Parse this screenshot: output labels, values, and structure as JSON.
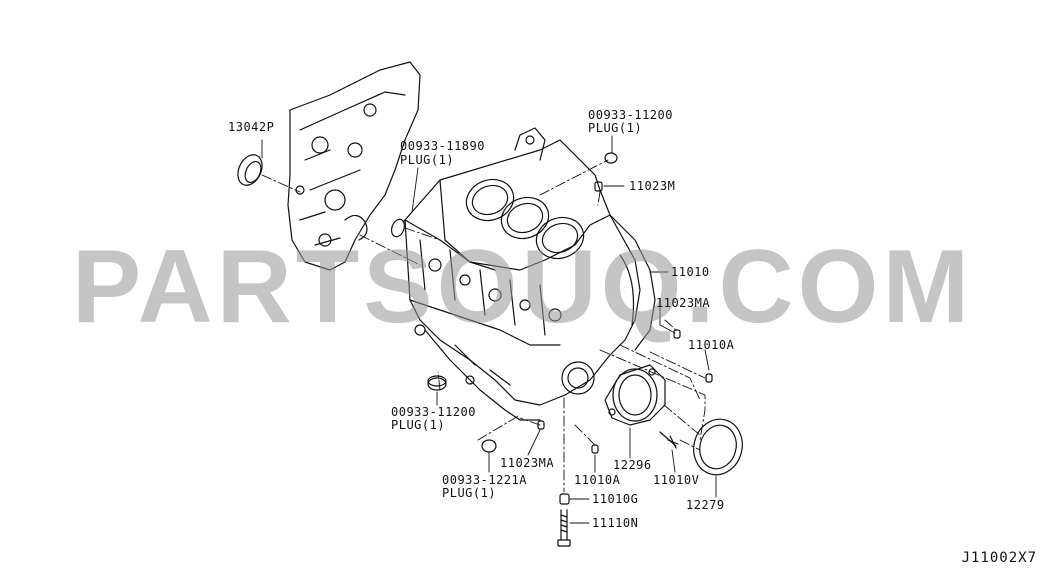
{
  "watermark": "PARTSOUQ.COM",
  "diagram_ref": "J11002X7",
  "callouts": {
    "p13042P": "13042P",
    "p00933_11890": "00933-11890",
    "p00933_11890_plug": "PLUG(1)",
    "p00933_11200_top": "00933-11200",
    "p00933_11200_top_plug": "PLUG(1)",
    "p11023M": "11023M",
    "p11010": "11010",
    "p11023MA_right": "11023MA",
    "p11010A_right": "11010A",
    "p00933_11200_bottom": "00933-11200",
    "p00933_11200_bottom_plug": "PLUG(1)",
    "p11023MA_bottom": "11023MA",
    "p00933_1221A": "00933-1221A",
    "p00933_1221A_plug": "PLUG(1)",
    "p11010A_bottom": "11010A",
    "p12296": "12296",
    "p11010V": "11010V",
    "p12279": "12279",
    "p11010G": "11010G",
    "p11110N": "11110N"
  },
  "colors": {
    "line": "#111111",
    "watermark": "#969696"
  }
}
